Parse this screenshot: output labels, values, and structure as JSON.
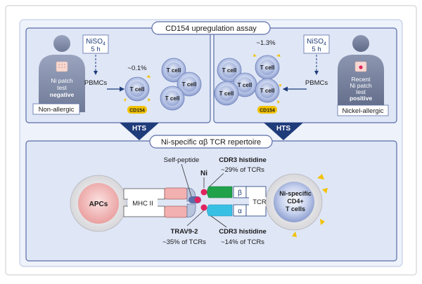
{
  "top_title": "CD154 upregulation assay",
  "left_panel": {
    "drug_main": "NiSO",
    "drug_sub": "4",
    "time": "5 h",
    "pbmc_label": "PBMCs",
    "percent": "~0.1%",
    "patch_line1": "Ni patch",
    "patch_line2": "test",
    "patch_result": "negative",
    "group_label": "Non-allergic",
    "cell_label": "T cell",
    "marker": "CD154"
  },
  "right_panel": {
    "drug_main": "NiSO",
    "drug_sub": "4",
    "time": "5 h",
    "pbmc_label": "PBMCs",
    "percent": "~1.3%",
    "patch_line1": "Recent",
    "patch_line2": "Ni patch",
    "patch_line3": "test",
    "patch_result": "positive",
    "group_label": "Nickel-allergic",
    "cell_label": "T cell",
    "marker": "CD154"
  },
  "hts_label": "HTS",
  "bottom": {
    "title": "Ni-specific αβ TCR repertoire",
    "apc_label": "APCs",
    "mhc_label": "MHC II",
    "self_peptide": "Self-peptide",
    "ni_label": "Ni",
    "cdr3_top_title": "CDR3 histidine",
    "cdr3_top_pct": "~29% of TCRs",
    "beta": "β",
    "alpha": "α",
    "tcr_label": "TCR",
    "tcell_line1": "Ni-specific",
    "tcell_line2": "CD4+",
    "tcell_line3": "T cells",
    "trav_title": "TRAV9-2",
    "trav_pct": "~35% of TCRs",
    "cdr3_bot_title": "CDR3 histidine",
    "cdr3_bot_pct": "~14% of TCRs"
  },
  "colors": {
    "panel_fill": "#dfe6f6",
    "panel_border": "#5a6ea8",
    "hts_fill": "#1f3c7a",
    "cell_fill": "#8da0d6",
    "marker_yellow": "#f2c200",
    "apc_fill": "#f0a6a6",
    "beta_green": "#1fa24a",
    "alpha_cyan": "#38bfe4",
    "ni_magenta": "#e0245e",
    "mhc_pink": "#f2b0b0"
  }
}
